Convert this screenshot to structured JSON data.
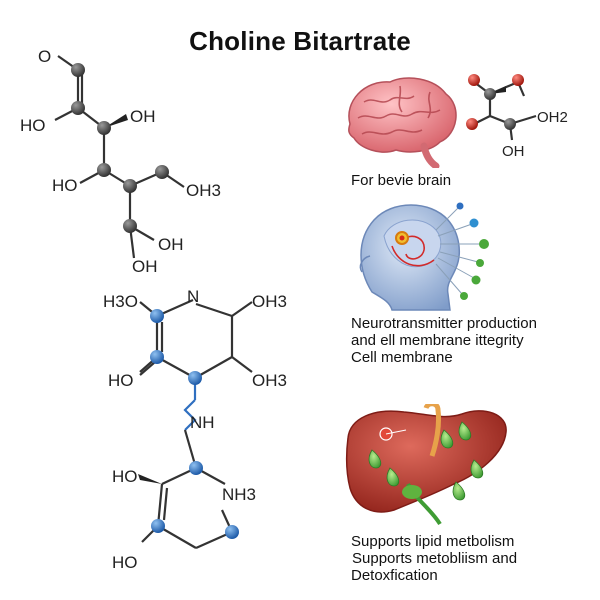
{
  "title": "Choline Bitartrate",
  "molecule_top": {
    "labels": [
      "O",
      "HO",
      "OH",
      "HO",
      "OH3",
      "OH",
      "OH"
    ]
  },
  "molecule_bottom": {
    "labels": [
      "H3O",
      "N",
      "OH3",
      "HO",
      "OH3",
      "NH",
      "HO",
      "NH3",
      "HO"
    ]
  },
  "tartrate_labels": [
    "OH2",
    "OH"
  ],
  "captions": {
    "brain": "For bevie brain",
    "neuro": [
      "Neurotransmitter production",
      "and ell membrane ittegrity",
      "Cell membrane"
    ],
    "liver": [
      "Supports lipid metbolism",
      "Supports metobliism and",
      "Detoxfication"
    ]
  },
  "colors": {
    "atom_dark": "#4a4a4a",
    "atom_blue": "#2f6fc0",
    "oxygen_red": "#cc2a1e",
    "brain_pink": "#e58a8f",
    "liver_red": "#b5332b",
    "leaf_green": "#5cb84a"
  },
  "icons": [
    "brain-icon",
    "head-neural-icon",
    "liver-icon"
  ]
}
